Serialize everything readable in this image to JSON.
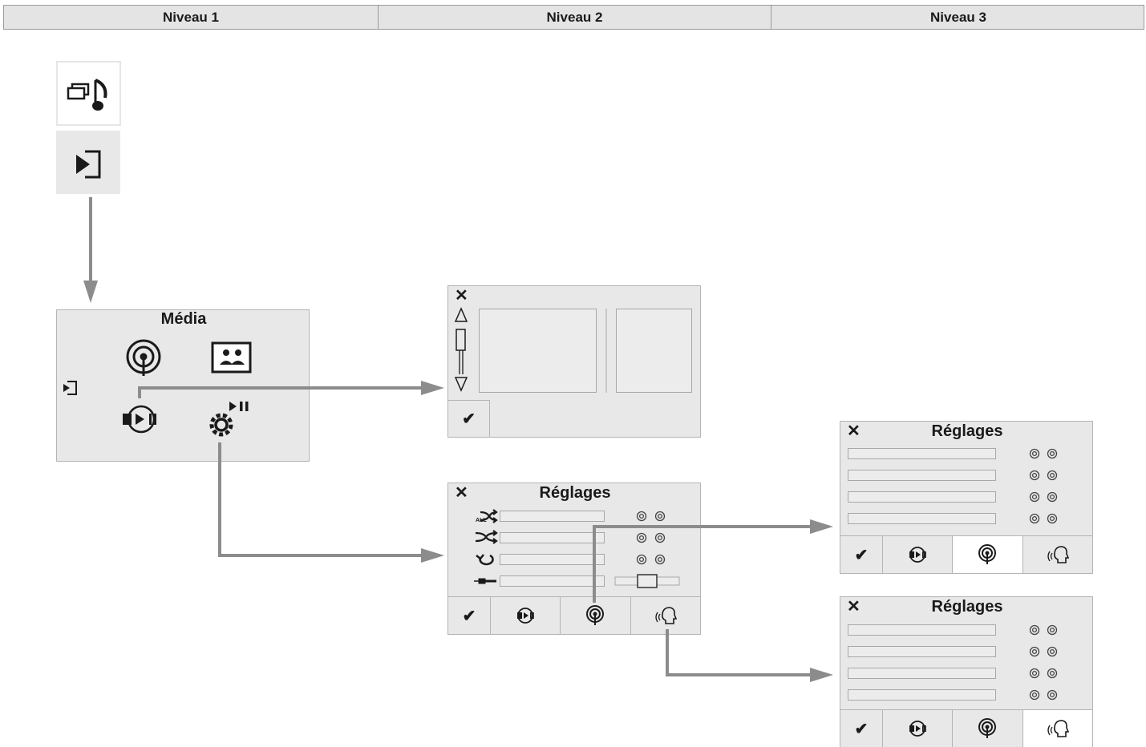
{
  "header": {
    "columns": [
      "Niveau 1",
      "Niveau 2",
      "Niveau 3"
    ]
  },
  "media_panel": {
    "title": "Média"
  },
  "settings_panel": {
    "title": "Réglages",
    "close": "✕",
    "ok": "✔"
  },
  "settings_panel_3a": {
    "title": "Réglages",
    "close": "✕",
    "ok": "✔"
  },
  "settings_panel_3b": {
    "title": "Réglages",
    "close": "✕",
    "ok": "✔"
  },
  "list_panel": {
    "close": "✕",
    "ok": "✔"
  },
  "colors": {
    "connector": "#8c8c8c",
    "panel": "#e8e8e8",
    "border": "#b4b4b4"
  }
}
